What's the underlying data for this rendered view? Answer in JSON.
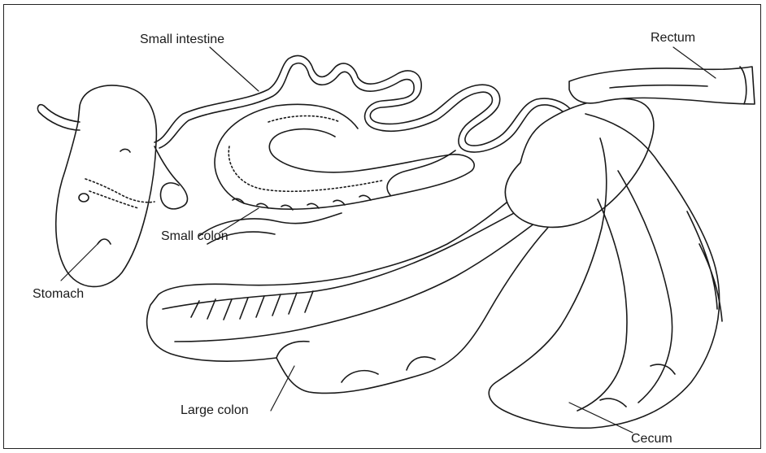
{
  "diagram": {
    "labels": {
      "small_intestine": "Small intestine",
      "rectum": "Rectum",
      "small_colon": "Small colon",
      "stomach": "Stomach",
      "large_colon": "Large colon",
      "cecum": "Cecum"
    },
    "colors": {
      "line": "#1a1a1a",
      "background": "#ffffff"
    }
  }
}
